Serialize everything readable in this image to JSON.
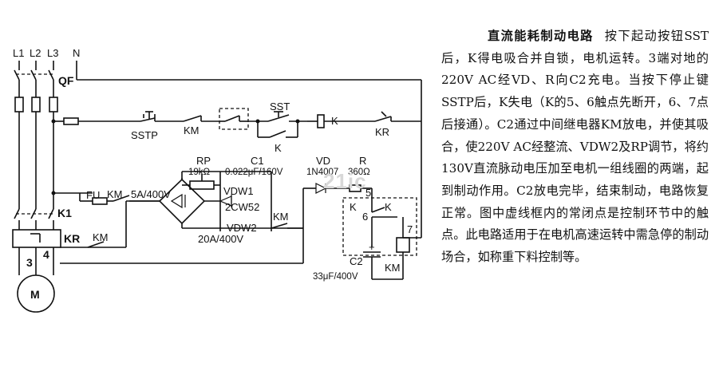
{
  "description": {
    "title": "直流能耗制动电路",
    "body": "按下起动按钮SST后，K得电吸合并自锁，电机运转。3端对地的220V AC经VD、R向C2充电。当按下停止键SSTP后，K失电（K的5、6触点先断开，6、7点后接通）。C2通过中间继电器KM放电，并使其吸合，使220V AC经整流、VDW2及RP调节，将约130V直流脉动电压加至电机一组线圈的两端，起到制动作用。C2放电完毕，结束制动，电路恢复正常。图中虚线框内的常闭点是控制环节中的触点。此电路适用于在电机高速运转中需急停的制动场合，如称重下料控制等。"
  },
  "watermark": "21ic",
  "labels": {
    "L1": "L1",
    "L2": "L2",
    "L3": "L3",
    "N": "N",
    "QF": "QF",
    "SSTP": "SSTP",
    "KM": "KM",
    "SST": "SST",
    "K": "K",
    "KR": "KR",
    "RP": "RP",
    "RP_val": "19kΩ",
    "C1": "C1",
    "C1_val": "0.022μF/160V",
    "VD": "VD",
    "VD_val": "1N4007",
    "R": "R",
    "R_val": "360Ω",
    "FU": "FU",
    "KM_rating": "5A/400V",
    "VDW1": "VDW1",
    "VDW1_type": "2CW52",
    "VDW2": "VDW2",
    "VDW2_rating": "20A/400V",
    "K1": "K1",
    "n3": "3",
    "n4": "4",
    "n5": "5",
    "n6": "6",
    "n7": "7",
    "C2": "C2",
    "C2_val": "33μF/400V",
    "M": "M",
    "plus": "+"
  }
}
